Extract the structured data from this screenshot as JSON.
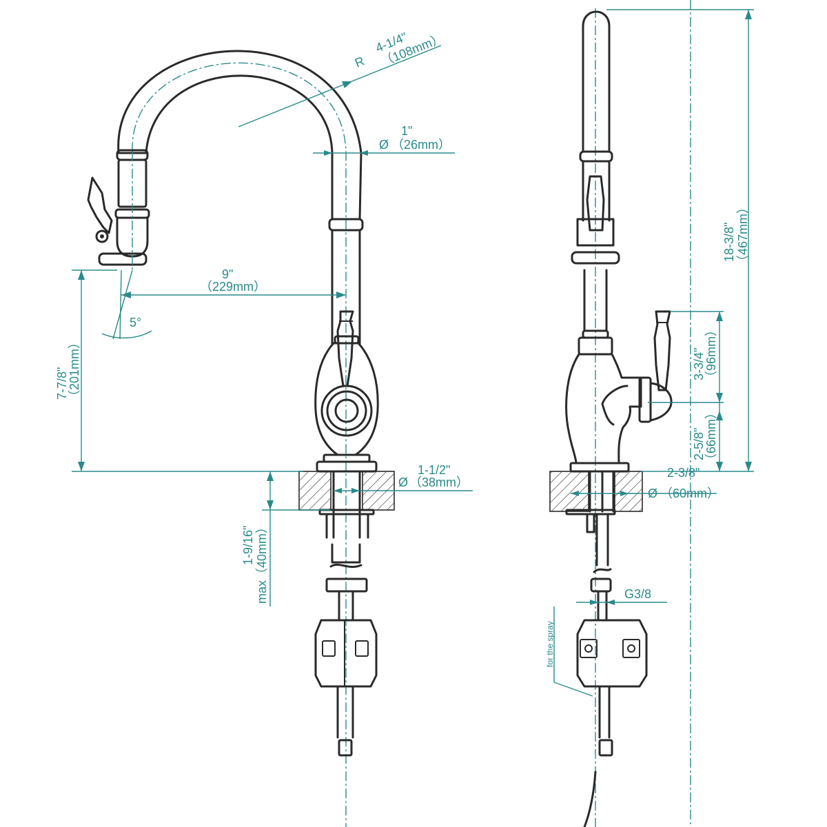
{
  "dimensions": {
    "radius": {
      "prefix": "R",
      "imperial": "4-1/4\"",
      "metric": "（108mm）"
    },
    "spout_dia": {
      "symbol": "Ø",
      "imperial": "1\"",
      "metric": "（26mm）"
    },
    "reach": {
      "imperial": "9\"",
      "metric": "（229mm）"
    },
    "angle": {
      "value": "5°"
    },
    "spout_height": {
      "imperial": "7-7/8\"",
      "metric": "（201mm）"
    },
    "hole_dia": {
      "symbol": "Ø",
      "imperial": "1-1/2\"",
      "metric": "（38mm）"
    },
    "deck_thickness": {
      "imperial": "1-9/16\"",
      "metric": "max（40mm）"
    },
    "total_height": {
      "imperial": "18-3/8\"",
      "metric": "（467mm）"
    },
    "handle_height": {
      "imperial": "3-3/4\"",
      "metric": "（96mm）"
    },
    "body_height": {
      "imperial": "2-5/8\"",
      "metric": "（66mm）"
    },
    "base_dia": {
      "symbol": "Ø",
      "imperial": "2-3/8\"",
      "metric": "（60mm）"
    },
    "thread": {
      "value": "G3/8"
    }
  },
  "notes": {
    "spray_hose": "for the spray"
  },
  "colors": {
    "dimension": "#2a8a8a",
    "outline": "#2a2a2a"
  }
}
